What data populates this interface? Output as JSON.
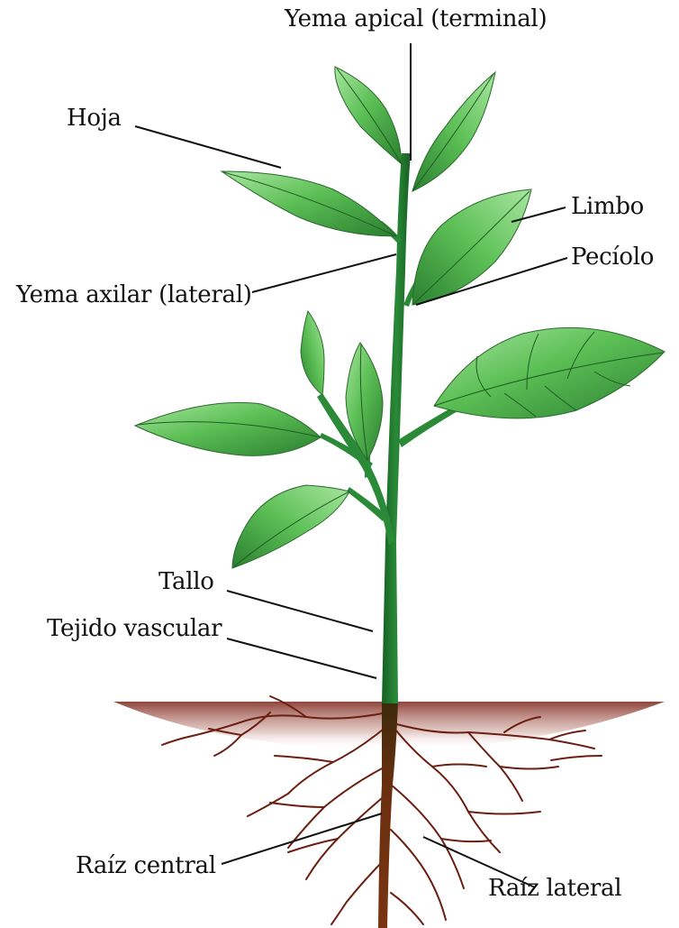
{
  "labels": {
    "apical_bud": "Yema apical (terminal)",
    "leaf": "Hoja",
    "blade": "Limbo",
    "petiole": "Pecíolo",
    "axillary_bud": "Yema axilar (lateral)",
    "stem": "Tallo",
    "vascular_tissue": "Tejido vascular",
    "main_root": "Raíz central",
    "lateral_root": "Raíz lateral"
  },
  "colors": {
    "stem": "#1f7a2e",
    "stem_dark": "#155f22",
    "leaf_light": "#8fd98a",
    "leaf_mid": "#4fb04a",
    "leaf_dark": "#2f8a34",
    "soil_top": "#8a3a30",
    "soil_fade": "#ffffff",
    "root": "#6b1f12",
    "taproot": "#6a2e0e",
    "leader_line": "#111111"
  }
}
